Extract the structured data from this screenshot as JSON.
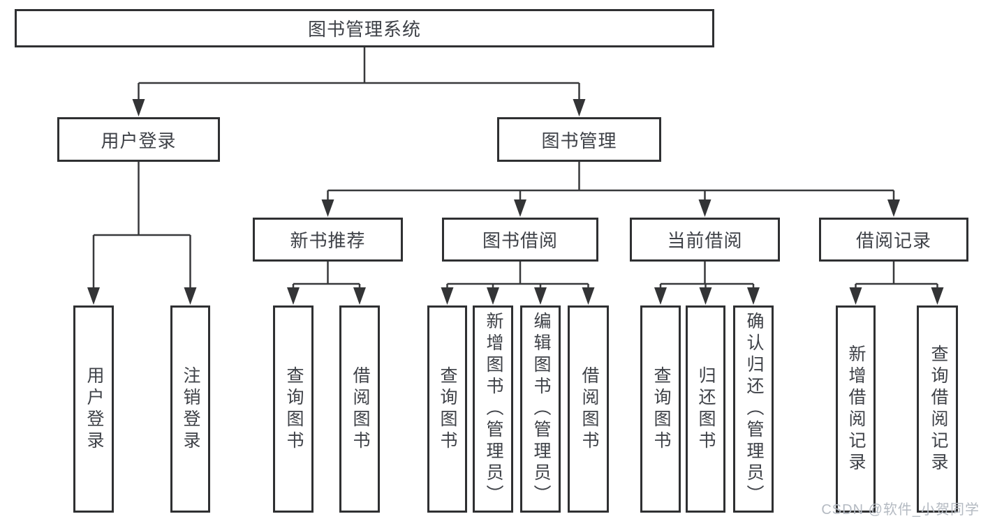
{
  "diagram": {
    "tree": {
      "label": "图书管理系统",
      "children": [
        {
          "label": "用户登录",
          "children": [
            {
              "label": "用户登录"
            },
            {
              "label": "注销登录"
            }
          ]
        },
        {
          "label": "图书管理",
          "children": [
            {
              "label": "新书推荐",
              "children": [
                {
                  "label": "查询图书"
                },
                {
                  "label": "借阅图书"
                }
              ]
            },
            {
              "label": "图书借阅",
              "children": [
                {
                  "label": "查询图书"
                },
                {
                  "label": "新增图书（管理员）"
                },
                {
                  "label": "编辑图书（管理员）"
                },
                {
                  "label": "借阅图书"
                }
              ]
            },
            {
              "label": "当前借阅",
              "children": [
                {
                  "label": "查询图书"
                },
                {
                  "label": "归还图书"
                },
                {
                  "label": "确认归还（管理员）"
                }
              ]
            },
            {
              "label": "借阅记录",
              "children": [
                {
                  "label": "新增借阅记录"
                },
                {
                  "label": "查询借阅记录"
                }
              ]
            }
          ]
        }
      ]
    },
    "watermark": "CSDN @软件_小贺同学",
    "colors": {
      "line": "#38393b",
      "box_border": "#2f3032",
      "box_text": "#3e4147",
      "watermark": "#b4bac2",
      "background": "#ffffff"
    }
  }
}
